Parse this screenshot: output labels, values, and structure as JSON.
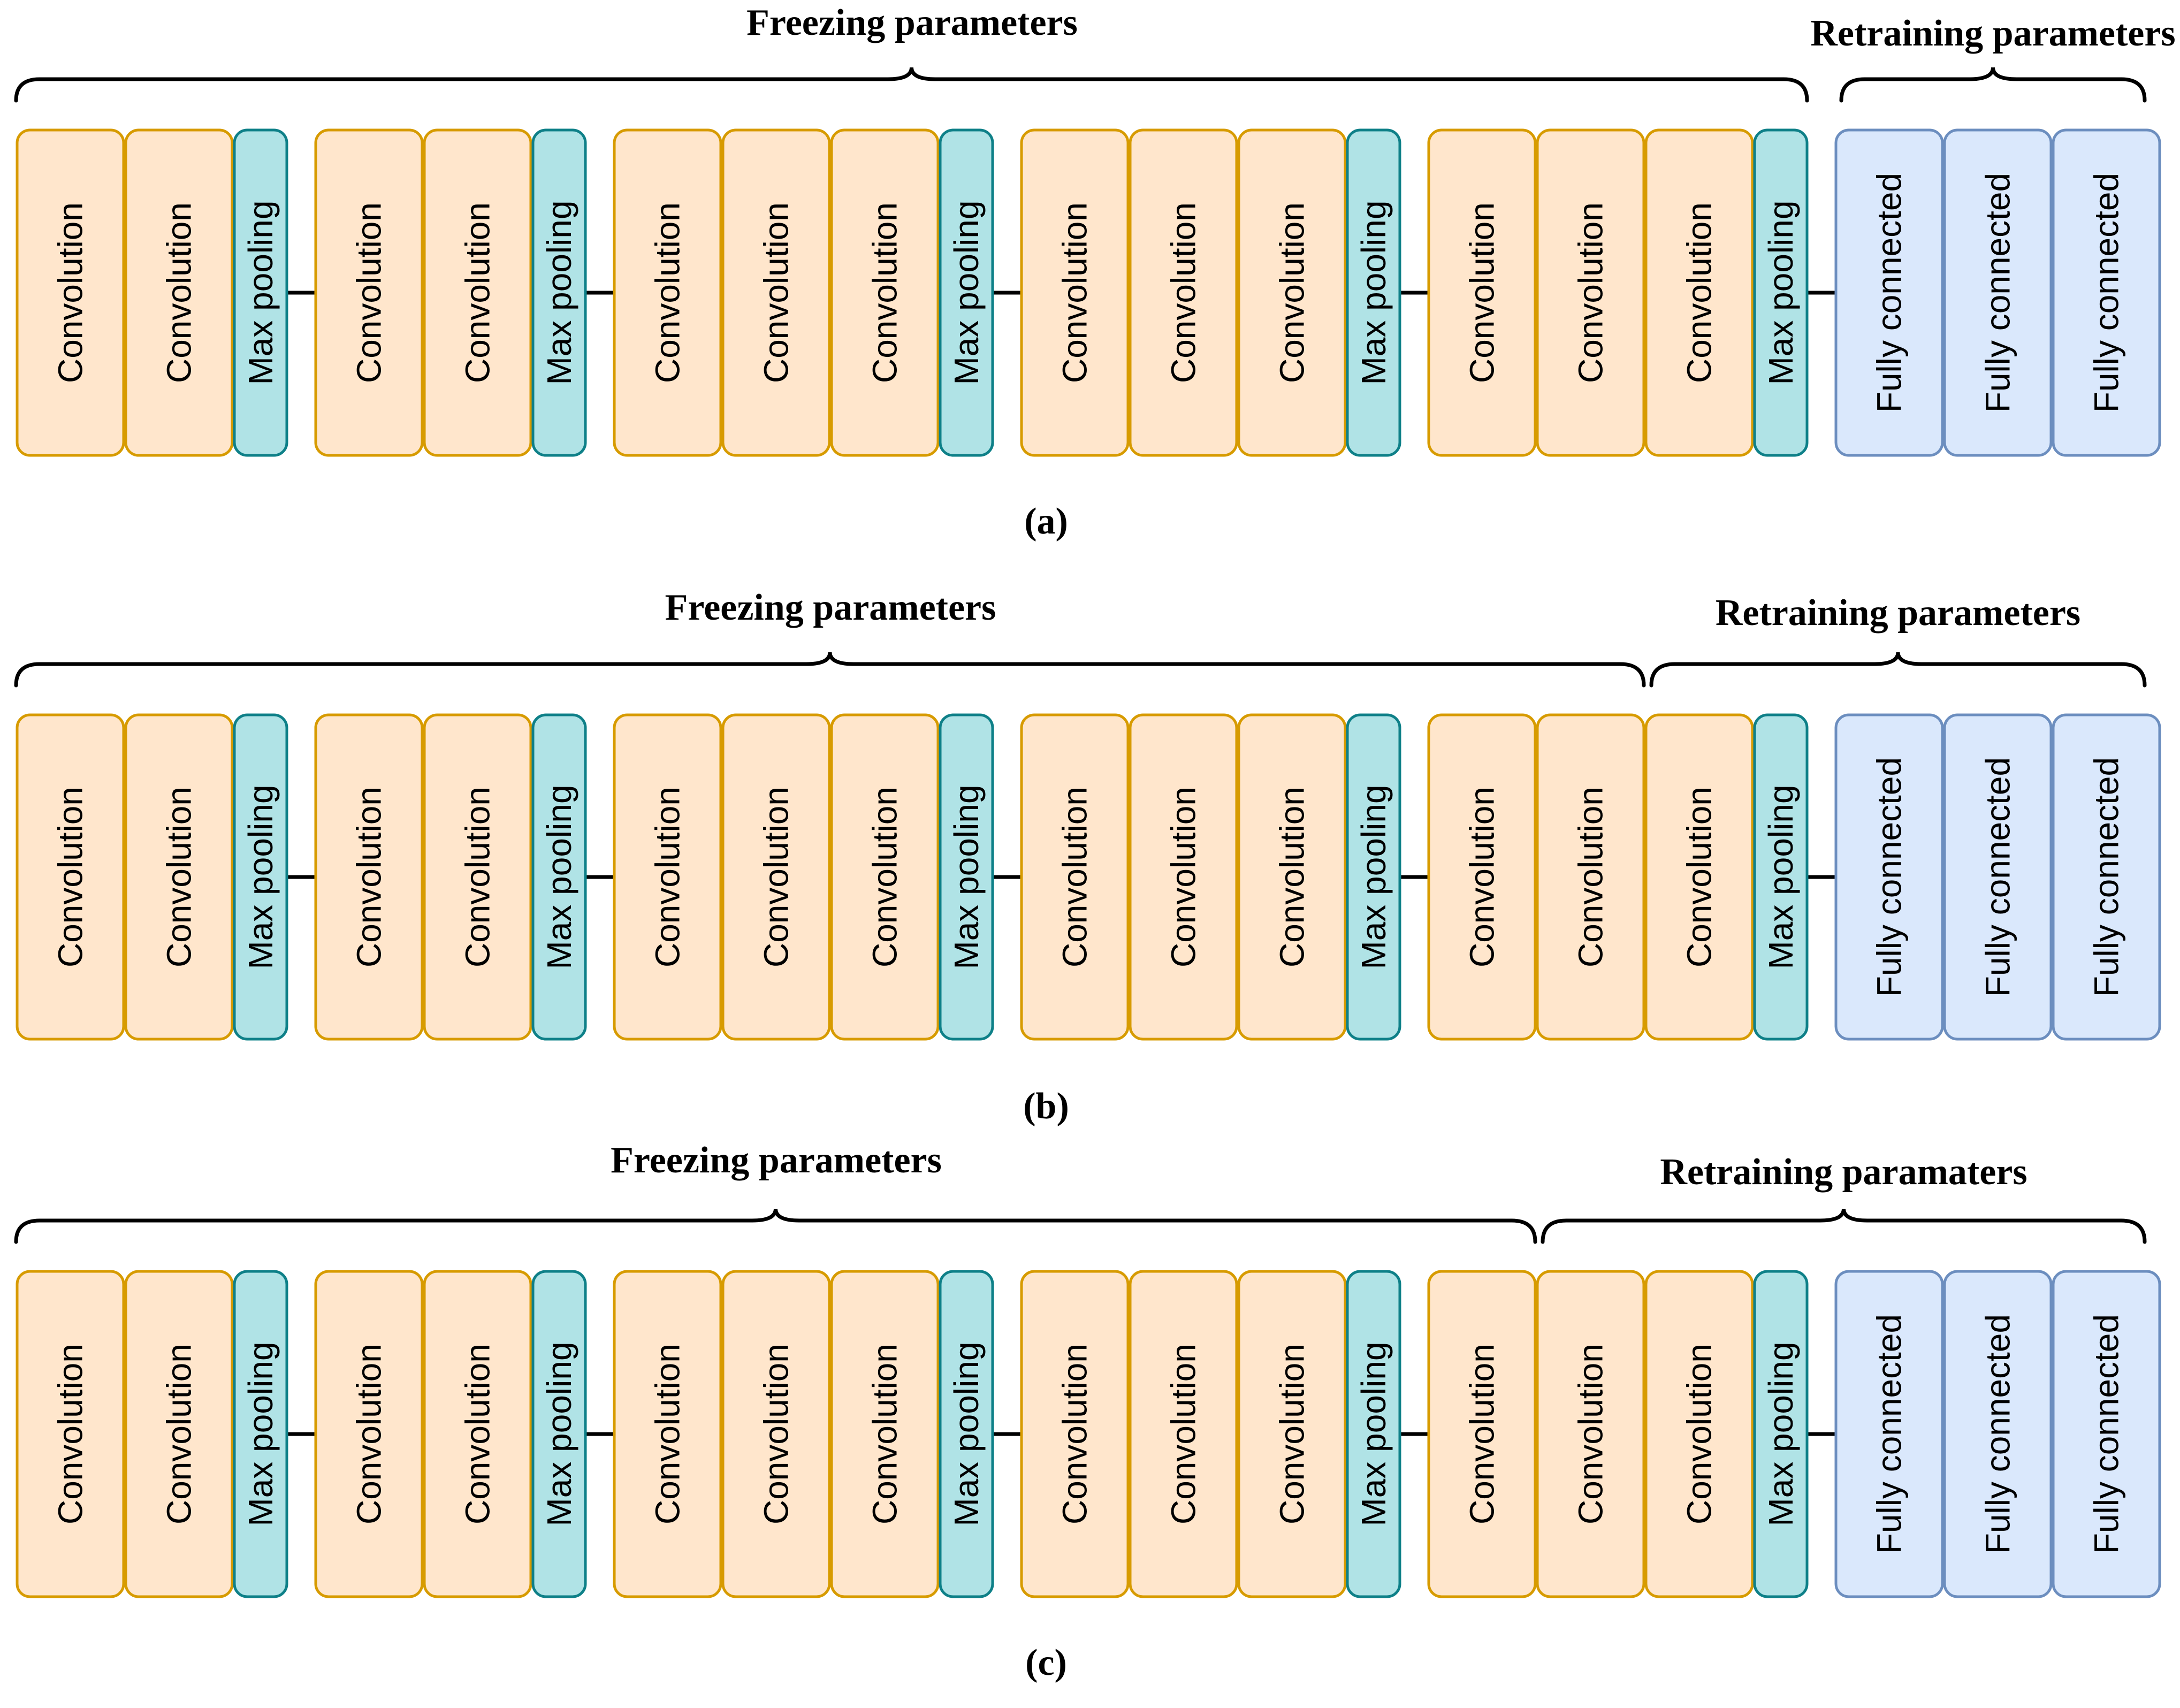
{
  "colors": {
    "convolution_fill": "#ffe6cc",
    "convolution_stroke": "#d79b00",
    "maxpool_fill": "#b0e3e6",
    "maxpool_stroke": "#0e8088",
    "fc_fill": "#dae8fc",
    "fc_stroke": "#6c8ebf",
    "bracket": "#000000",
    "connector": "#000000"
  },
  "block_types": {
    "conv": "Convolution",
    "pool": "Max pooling",
    "fc": "Fully connected"
  },
  "architecture": {
    "groups": [
      [
        "conv",
        "conv",
        "pool"
      ],
      [
        "conv",
        "conv",
        "pool"
      ],
      [
        "conv",
        "conv",
        "conv",
        "pool"
      ],
      [
        "conv",
        "conv",
        "conv",
        "pool"
      ],
      [
        "conv",
        "conv",
        "conv",
        "pool"
      ],
      [
        "fc",
        "fc",
        "fc"
      ]
    ]
  },
  "panels": [
    {
      "caption": "(a)",
      "freeze_label": "Freezing parameters",
      "retrain_label": "Retraining parameters",
      "frozen_layers": 18
    },
    {
      "caption": "(b)",
      "freeze_label": "Freezing parameters",
      "retrain_label": "Retraining parameters",
      "frozen_layers": 16
    },
    {
      "caption": "(c)",
      "freeze_label": "Freezing parameters",
      "retrain_label": "Retraining paramaters",
      "frozen_layers": 15
    }
  ]
}
